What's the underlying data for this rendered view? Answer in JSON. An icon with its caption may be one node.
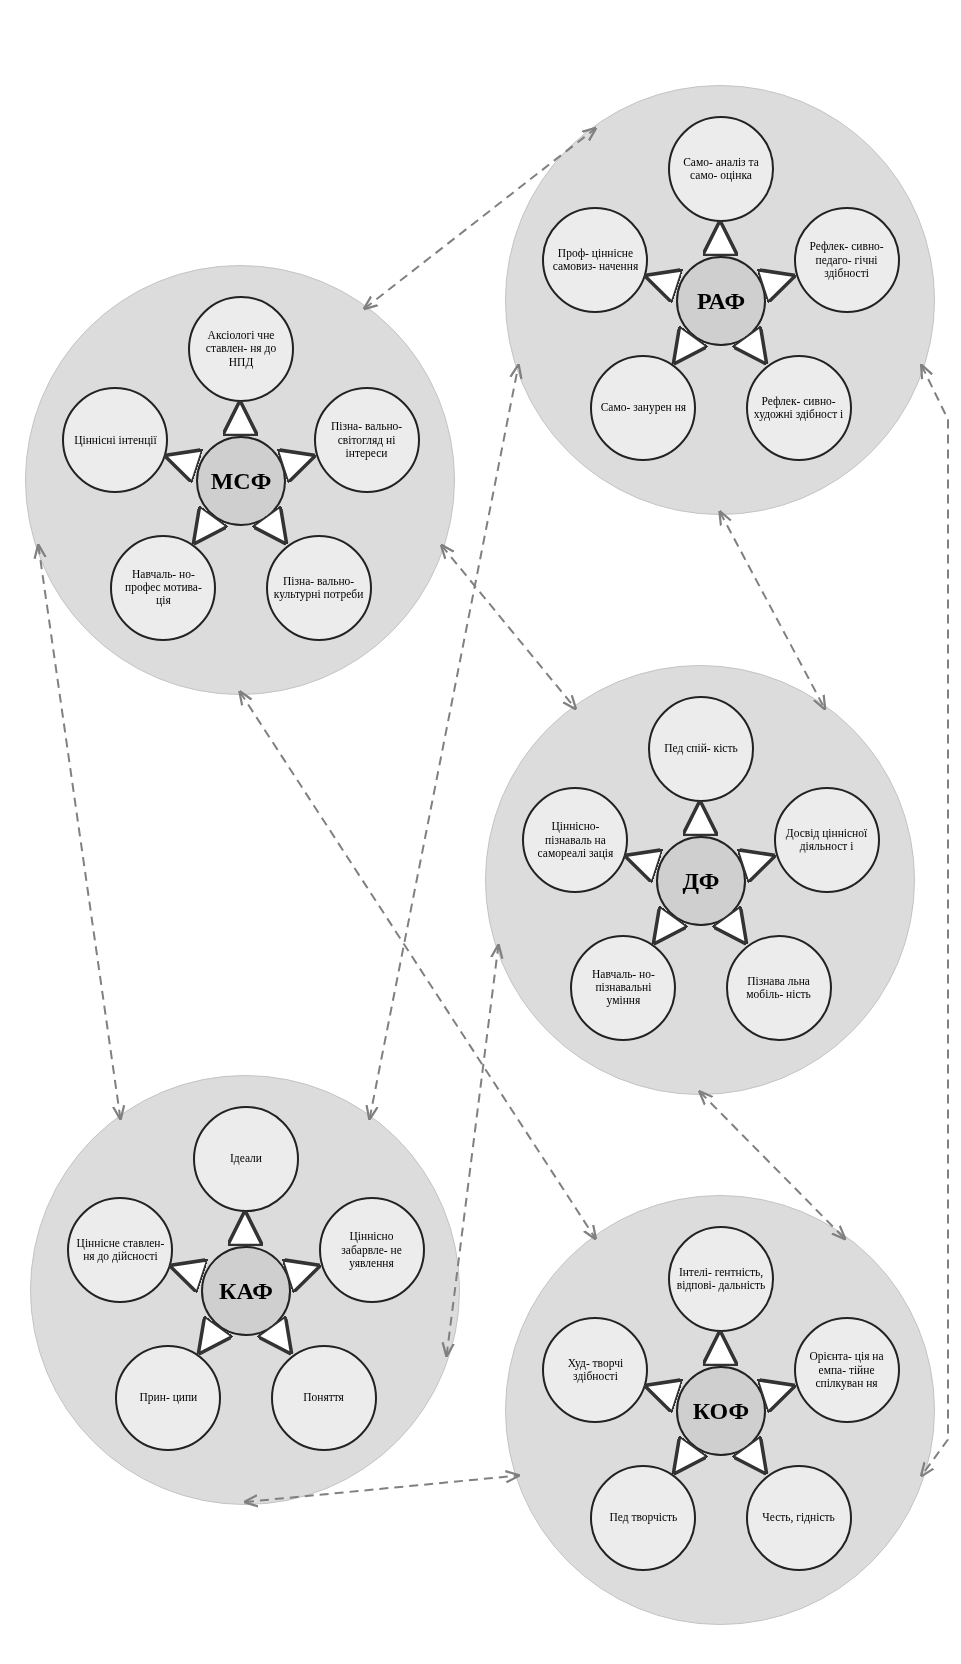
{
  "diagram": {
    "nodes": [
      {
        "text": [],
        "shape": "circle"
      },
      {
        "text": [
          "КАФ"
        ],
        "in": 0
      },
      {
        "text": [
          "Ідеали"
        ],
        "in": 0
      },
      {
        "text": [
          "Ціннісно забарвле- не уявлення"
        ],
        "in": 0
      },
      {
        "text": [
          "Поняття"
        ],
        "in": 0
      },
      {
        "text": [
          "Прин- ципи"
        ],
        "in": 0
      },
      {
        "text": [
          "Ціннісне ставлен- ня до дійсності"
        ],
        "in": 0
      },
      {
        "text": [],
        "shape": "circle"
      },
      {
        "text": [
          "МСФ"
        ],
        "in": 7
      },
      {
        "text": [
          "Аксіологі чне ставлен- ня до НПД"
        ],
        "in": 7
      },
      {
        "text": [
          "Пізна- вально- світогляд ні інтереси"
        ],
        "in": 7
      },
      {
        "text": [
          "Пізна- вально- культурні потреби"
        ],
        "in": 7
      },
      {
        "text": [
          "Навчаль- но- профес мотива- ція"
        ],
        "in": 7
      },
      {
        "text": [
          "Ціннісні інтенції"
        ],
        "in": 7
      },
      {
        "text": [],
        "shape": "circle"
      },
      {
        "text": [
          "ДФ"
        ],
        "in": 14
      },
      {
        "text": [
          "Пед спій- кість"
        ],
        "in": 14
      },
      {
        "text": [
          "Досвід ціннісної діяльност і"
        ],
        "in": 14
      },
      {
        "text": [
          "Пізнава льна мобіль- ність"
        ],
        "in": 14
      },
      {
        "text": [
          "Навчаль- но- пізнавальні уміння"
        ],
        "in": 14
      },
      {
        "text": [
          "Ціннісно- пізнаваль на самореалі зація"
        ],
        "in": 14
      },
      {
        "text": [],
        "shape": "circle"
      },
      {
        "text": [
          "КОФ"
        ],
        "in": 21
      },
      {
        "text": [
          "Інтелі- гентність, відпові- дальність"
        ],
        "in": 21
      },
      {
        "text": [
          "Орієнта- ція на емпа- тійне спілкуван ня"
        ],
        "in": 21
      },
      {
        "text": [
          "Честь, гідність"
        ],
        "in": 21
      },
      {
        "text": [
          "Пед творчість"
        ],
        "in": 21
      },
      {
        "text": [
          "Худ- творчі здібності"
        ],
        "in": 21
      },
      {
        "text": [],
        "shape": "circle"
      },
      {
        "text": [
          "РАФ"
        ],
        "in": 28
      },
      {
        "text": [
          "Само- аналіз та само- оцінка"
        ],
        "in": 28
      },
      {
        "text": [
          "Рефлек- сивно- педаго- гічні здібності"
        ],
        "in": 28
      },
      {
        "text": [
          "Рефлек- сивно- художні здібност і"
        ],
        "in": 28
      },
      {
        "text": [
          "Само- занурен ня"
        ],
        "in": 28
      },
      {
        "text": [
          "Проф- ціннісне самовиз- начення"
        ],
        "in": 28
      }
    ],
    "edges": [
      {
        "from": 1,
        "to": 2,
        "arrow": "to"
      },
      {
        "from": 1,
        "to": 3,
        "arrow": "to"
      },
      {
        "from": 1,
        "to": 4,
        "arrow": "to"
      },
      {
        "from": 1,
        "to": 5,
        "arrow": "to"
      },
      {
        "from": 1,
        "to": 6,
        "arrow": "to"
      },
      {
        "from": 8,
        "to": 9,
        "arrow": "to"
      },
      {
        "from": 8,
        "to": 10,
        "arrow": "to"
      },
      {
        "from": 8,
        "to": 11,
        "arrow": "to"
      },
      {
        "from": 8,
        "to": 12,
        "arrow": "to"
      },
      {
        "from": 8,
        "to": 13,
        "arrow": "to"
      },
      {
        "from": 15,
        "to": 16,
        "arrow": "to"
      },
      {
        "from": 15,
        "to": 17,
        "arrow": "to"
      },
      {
        "from": 15,
        "to": 18,
        "arrow": "to"
      },
      {
        "from": 15,
        "to": 19,
        "arrow": "to"
      },
      {
        "from": 15,
        "to": 20,
        "arrow": "to"
      },
      {
        "from": 22,
        "to": 23,
        "arrow": "to"
      },
      {
        "from": 22,
        "to": 24,
        "arrow": "to"
      },
      {
        "from": 22,
        "to": 25,
        "arrow": "to"
      },
      {
        "from": 22,
        "to": 26,
        "arrow": "to"
      },
      {
        "from": 22,
        "to": 27,
        "arrow": "to"
      },
      {
        "from": 29,
        "to": 30,
        "arrow": "to"
      },
      {
        "from": 29,
        "to": 31,
        "arrow": "to"
      },
      {
        "from": 29,
        "to": 32,
        "arrow": "to"
      },
      {
        "from": 29,
        "to": 33,
        "arrow": "to"
      },
      {
        "from": 29,
        "to": 34,
        "arrow": "to"
      },
      {
        "from": 0,
        "to": 7,
        "arrow": "both",
        "style": "dashed",
        "color": "#808080"
      },
      {
        "from": 0,
        "to": 28,
        "arrow": "both",
        "style": "dashed",
        "color": "#808080"
      },
      {
        "from": 0,
        "to": 14,
        "arrow": "both",
        "style": "dashed",
        "color": "#808080"
      },
      {
        "from": 0,
        "to": 21,
        "arrow": "both",
        "style": "dashed",
        "color": "#808080"
      },
      {
        "from": 7,
        "to": 21,
        "arrow": "both",
        "style": "dashed",
        "color": "#808080"
      },
      {
        "from": 7,
        "to": 14,
        "arrow": "both",
        "style": "dashed",
        "color": "#808080"
      },
      {
        "from": 7,
        "to": 28,
        "arrow": "both",
        "style": "dashed",
        "color": "#808080"
      },
      {
        "from": 28,
        "to": 14,
        "arrow": "both",
        "style": "dashed",
        "color": "#808080"
      },
      {
        "from": 28,
        "to": 21,
        "arrow": "both",
        "style": "dashed",
        "color": "#808080"
      },
      {
        "from": 14,
        "to": 21,
        "arrow": "both",
        "style": "dashed",
        "color": "#808080"
      }
    ]
  }
}
